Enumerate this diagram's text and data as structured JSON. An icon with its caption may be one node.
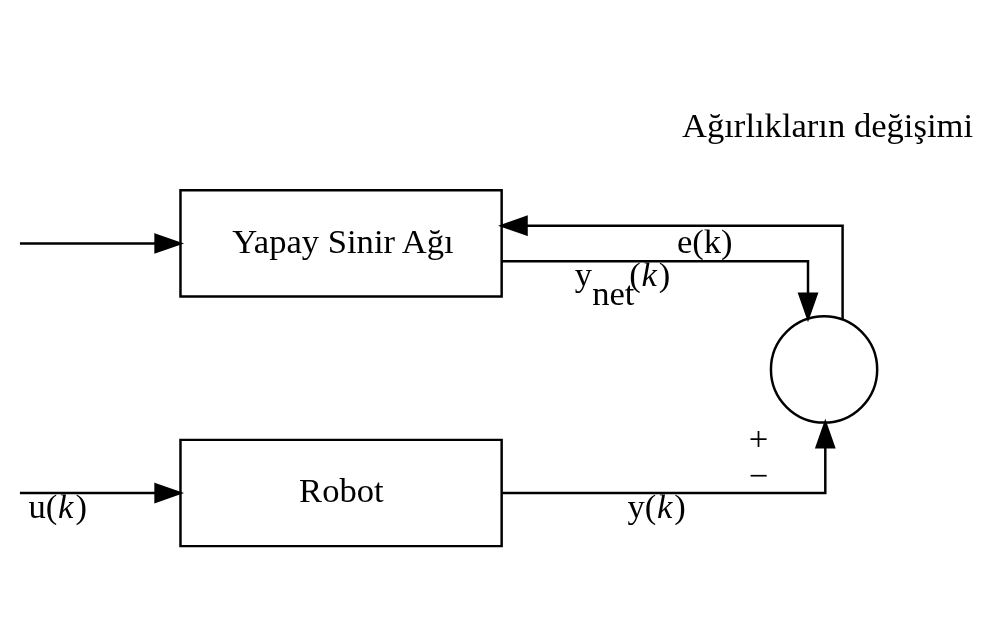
{
  "diagram": {
    "nodes": [
      {
        "text": [
          "Robot"
        ]
      },
      {
        "text": [
          "Yapay Sinir Ağı"
        ]
      },
      {
        "text": [],
        "shape": "circle",
        "beside": [
          "+",
          "−"
        ]
      }
    ],
    "edges": [
      {
        "from": null,
        "to": 0,
        "arrow": "to",
        "label": "u(*k*)"
      },
      {
        "from": null,
        "to": 1,
        "arrow": "to"
      },
      {
        "from": 0,
        "to": 2,
        "arrow": "to",
        "label": "y(*k*)"
      },
      {
        "from": 1,
        "to": 2,
        "arrow": "to",
        "label": "y$_{net}$(*k*)"
      },
      {
        "from": 2,
        "to": 1,
        "arrow": "to",
        "label": "e(k)"
      }
    ],
    "labels": [
      "Ağırlıkların değişimi"
    ]
  }
}
